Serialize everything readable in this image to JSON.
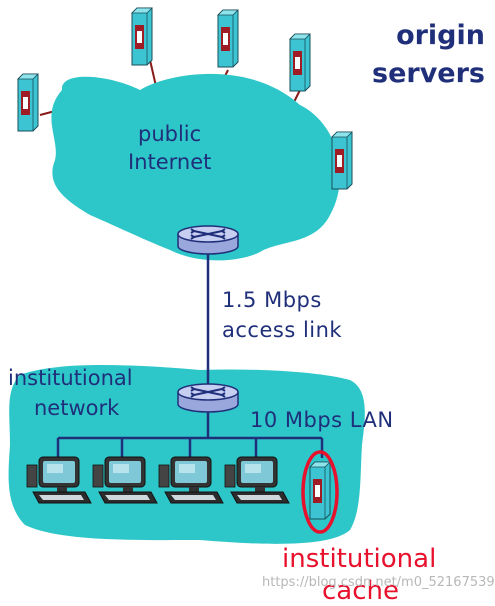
{
  "labels": {
    "origin_servers_line1": "origin",
    "origin_servers_line2": "servers",
    "public_internet_line1": "public",
    "public_internet_line2": "Internet",
    "access_link_speed": "1.5 Mbps",
    "access_link_label": "access link",
    "institutional_network_line1": "institutional",
    "institutional_network_line2": "network",
    "lan_label": "10 Mbps LAN",
    "institutional_cache_line1": "institutional",
    "institutional_cache_line2": "cache"
  },
  "watermark": "https://blog.csdn.net/m0_52167539",
  "colors": {
    "cloud": "#2ec7c9",
    "server": "#3cc4d2",
    "label_text": "#1f2f7a",
    "cache_highlight": "#e8112d",
    "links": "#1f2f7a",
    "server_links": "#8a1a1a"
  },
  "icons": [
    "server-icon",
    "router-icon",
    "workstation-icon",
    "cache-server-icon"
  ]
}
